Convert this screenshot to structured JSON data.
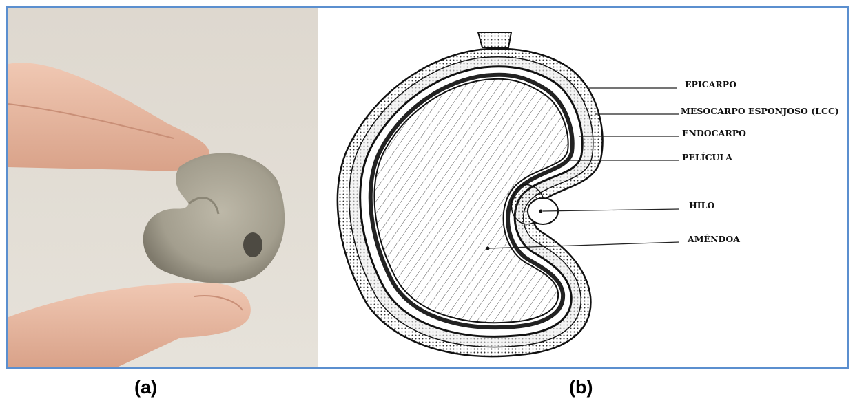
{
  "panels": {
    "a": {
      "caption": "(a)"
    },
    "b": {
      "caption": "(b)"
    }
  },
  "diagram_labels": {
    "epicarpo": "EPICARPO",
    "mesocarpo": "MESOCARPO ESPONJOSO (LCC)",
    "endocarpo": "ENDOCARPO",
    "pelicula": "PELÍCULA",
    "hilo": "HILO",
    "amendoa": "AMÊNDOA"
  },
  "colors": {
    "frame_border": "#5b8fcf",
    "nut": "#a8a393",
    "skin": "#e2b29c"
  }
}
